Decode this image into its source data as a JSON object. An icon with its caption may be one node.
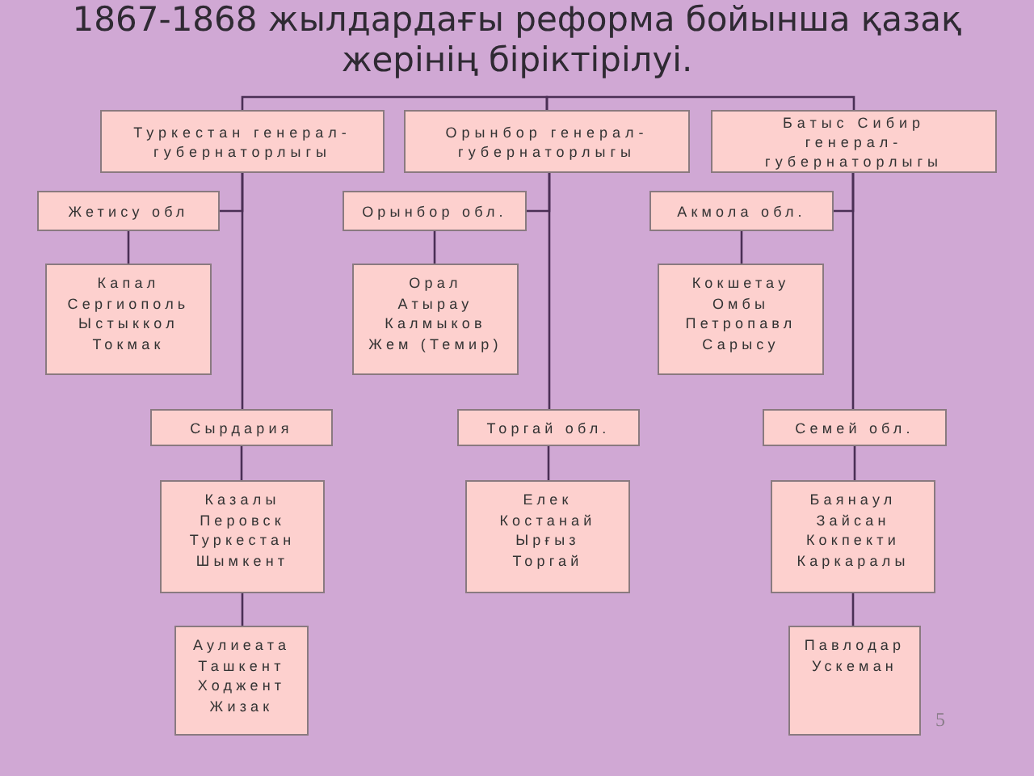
{
  "diagram": {
    "title": "1867-1868 жылдардағы реформа бойынша қазақ жерінің біріктірілуі.",
    "nodes": [
      {
        "text": [
          "Туркестан генерал- губернаторлыгы"
        ]
      },
      {
        "text": [
          "Орынбор генерал- губернаторлыгы"
        ]
      },
      {
        "text": [
          "Батыс Сибир генерал- губернаторлыгы"
        ]
      },
      {
        "text": [
          "Жетису обл"
        ]
      },
      {
        "text": [
          "Капал",
          "Сергиополь",
          "Ыстыккол",
          "Токмак"
        ]
      },
      {
        "text": [
          "Орынбор обл."
        ]
      },
      {
        "text": [
          "Орал",
          "Атырау",
          "Калмыков",
          "Жем (Темир)"
        ]
      },
      {
        "text": [
          "Акмола обл."
        ]
      },
      {
        "text": [
          "Кокшетау",
          "Омбы",
          "Петропавл",
          "Сарысу"
        ]
      },
      {
        "text": [
          "Сырдария"
        ]
      },
      {
        "text": [
          "Казалы",
          "Перовск",
          "Туркестан",
          "Шымкент"
        ]
      },
      {
        "text": [
          "Аулиеата",
          "Ташкент",
          "Ходжент",
          "Жизак"
        ]
      },
      {
        "text": [
          "Торгай обл."
        ]
      },
      {
        "text": [
          "Елек",
          "Костанай",
          "Ырғыз",
          "Торгай"
        ]
      },
      {
        "text": [
          "Семей обл."
        ]
      },
      {
        "text": [
          "Баянаул",
          "Зайсан",
          "Кокпекти",
          "Каркаралы"
        ]
      },
      {
        "text": [
          "Павлодар",
          "Ускеман"
        ]
      }
    ],
    "edges": [
      {
        "from": 1,
        "to": 0,
        "arrow": "none"
      },
      {
        "from": 1,
        "to": 2,
        "arrow": "none"
      },
      {
        "from": 0,
        "to": 3,
        "arrow": "none"
      },
      {
        "from": 3,
        "to": 4,
        "arrow": "none"
      },
      {
        "from": 0,
        "to": 9,
        "arrow": "none"
      },
      {
        "from": 9,
        "to": 10,
        "arrow": "none"
      },
      {
        "from": 10,
        "to": 11,
        "arrow": "none"
      },
      {
        "from": 1,
        "to": 5,
        "arrow": "none"
      },
      {
        "from": 5,
        "to": 6,
        "arrow": "none"
      },
      {
        "from": 1,
        "to": 12,
        "arrow": "none"
      },
      {
        "from": 12,
        "to": 13,
        "arrow": "none"
      },
      {
        "from": 2,
        "to": 7,
        "arrow": "none"
      },
      {
        "from": 7,
        "to": 8,
        "arrow": "none"
      },
      {
        "from": 2,
        "to": 14,
        "arrow": "none"
      },
      {
        "from": 14,
        "to": 15,
        "arrow": "none"
      },
      {
        "from": 15,
        "to": 16,
        "arrow": "none"
      }
    ],
    "labels": [
      "5"
    ]
  }
}
